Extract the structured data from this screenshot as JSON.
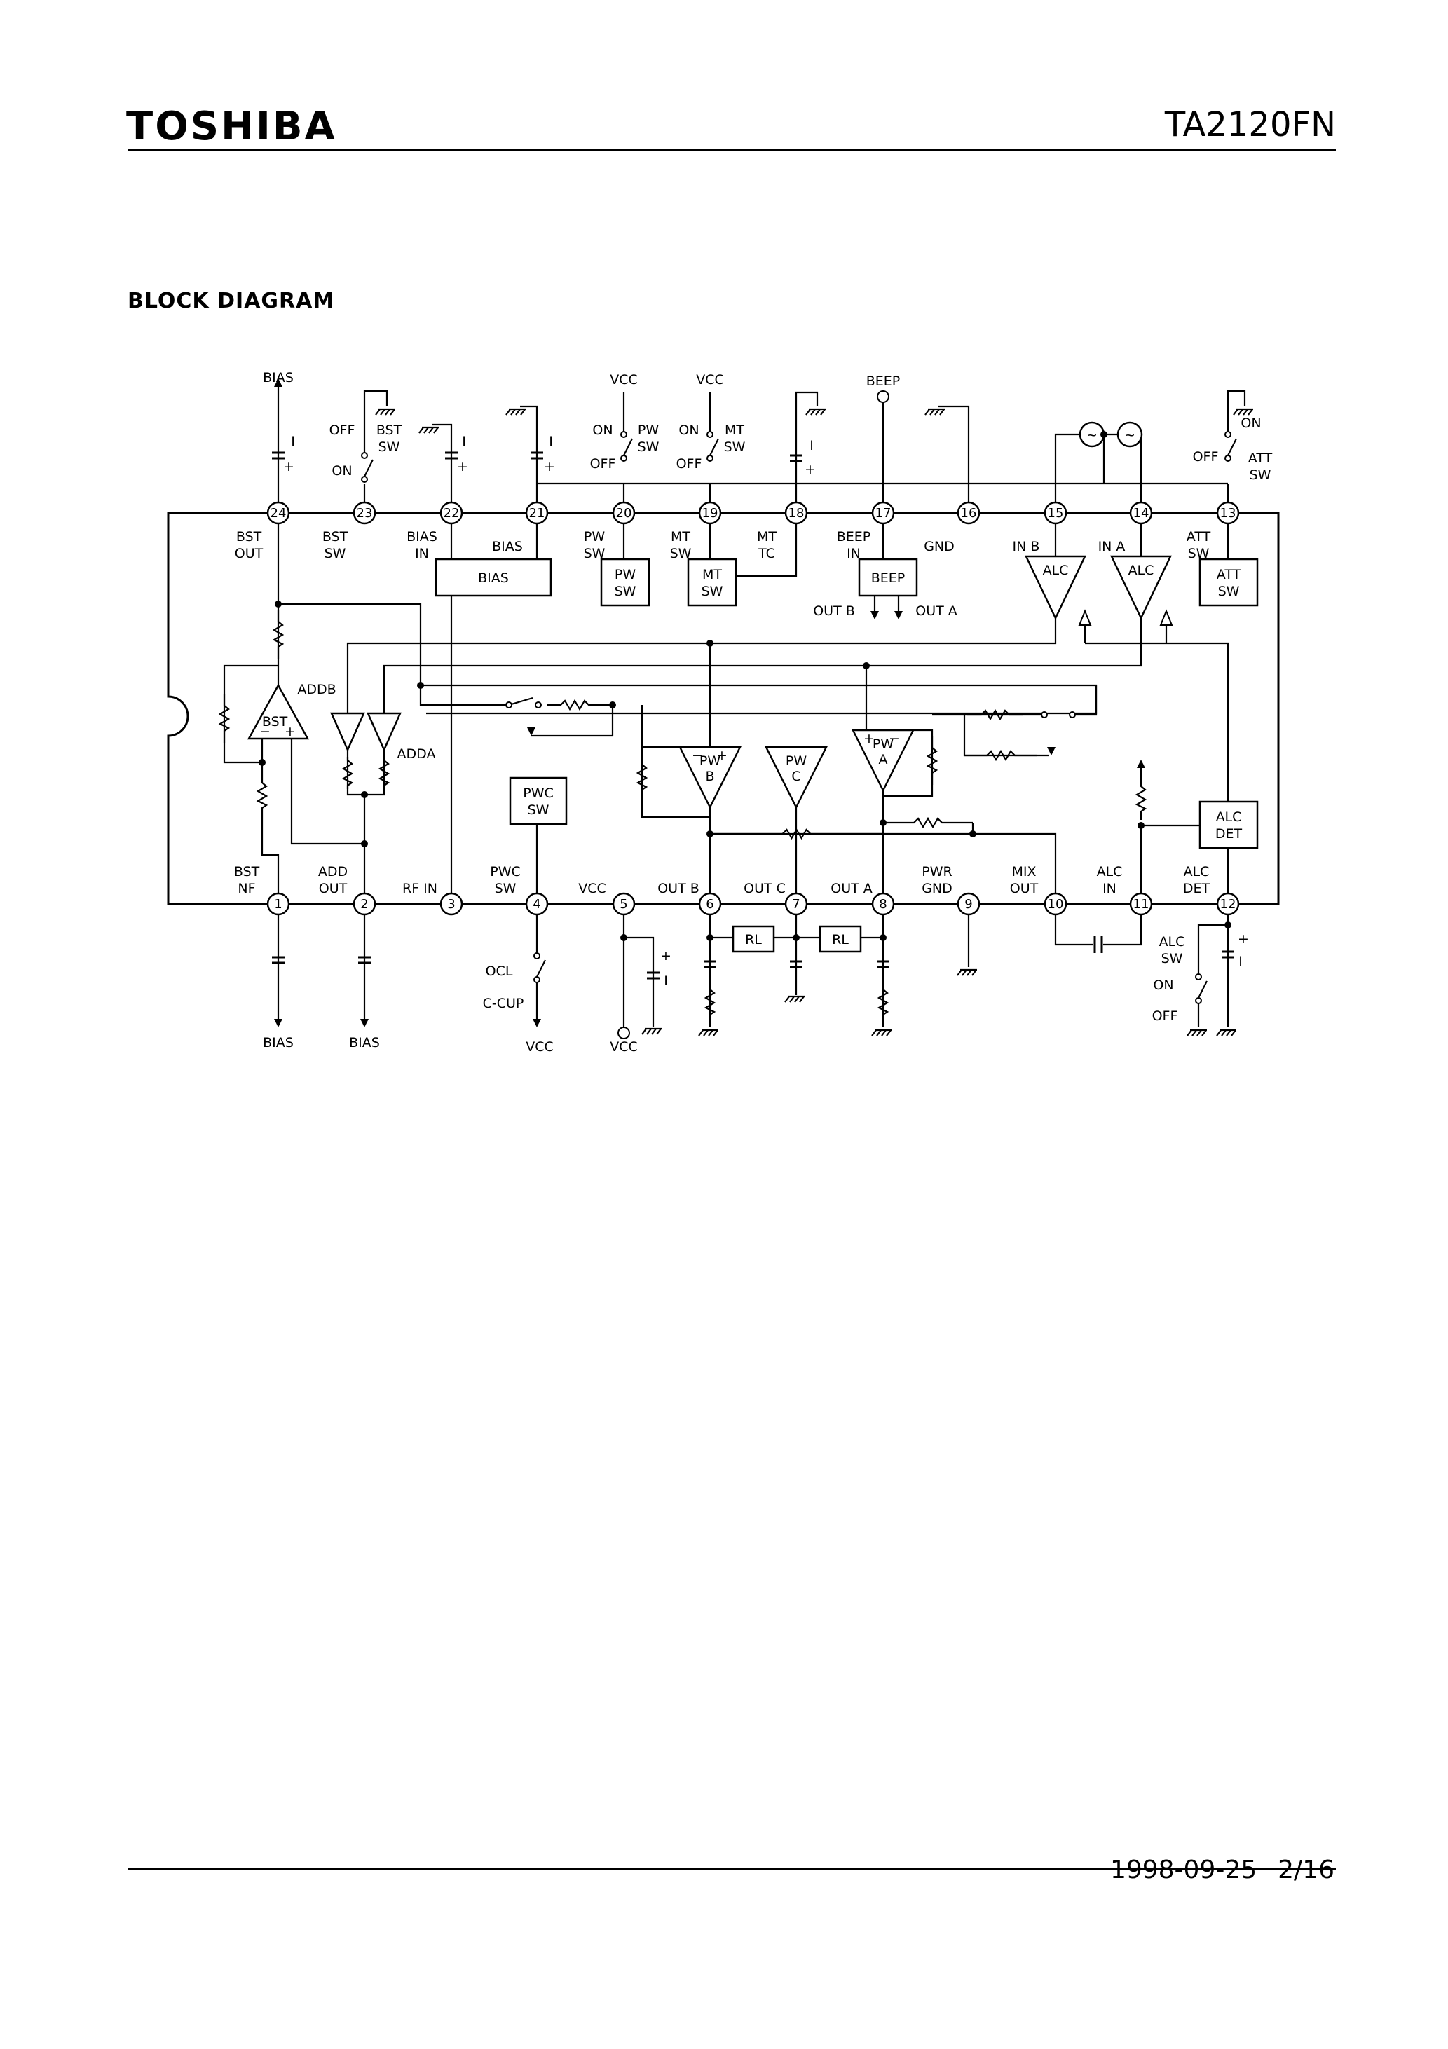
{
  "header": {
    "brand": "TOSHIBA",
    "part_number": "TA2120FN"
  },
  "section_title": "BLOCK DIAGRAM",
  "footer": {
    "date": "1998-09-25",
    "page": "2/16"
  },
  "diagram": {
    "pins": [
      {
        "n": "1",
        "label": [
          "BST",
          "NF"
        ]
      },
      {
        "n": "2",
        "label": [
          "ADD",
          "OUT"
        ]
      },
      {
        "n": "3",
        "label": [
          "RF IN"
        ]
      },
      {
        "n": "4",
        "label": [
          "PWC",
          "SW"
        ]
      },
      {
        "n": "5",
        "label": [
          "VCC"
        ]
      },
      {
        "n": "6",
        "label": [
          "OUT B"
        ]
      },
      {
        "n": "7",
        "label": [
          "OUT C"
        ]
      },
      {
        "n": "8",
        "label": [
          "OUT A"
        ]
      },
      {
        "n": "9",
        "label": [
          "PWR",
          "GND"
        ]
      },
      {
        "n": "10",
        "label": [
          "MIX",
          "OUT"
        ]
      },
      {
        "n": "11",
        "label": [
          "ALC",
          "IN"
        ]
      },
      {
        "n": "12",
        "label": [
          "ALC",
          "DET"
        ]
      },
      {
        "n": "13",
        "label": [
          "ATT",
          "SW"
        ]
      },
      {
        "n": "14",
        "label": [
          "IN A"
        ]
      },
      {
        "n": "15",
        "label": [
          "IN B"
        ]
      },
      {
        "n": "16",
        "label": [
          "GND"
        ]
      },
      {
        "n": "17",
        "label": [
          "BEEP",
          "IN"
        ]
      },
      {
        "n": "18",
        "label": [
          "MT",
          "TC"
        ]
      },
      {
        "n": "19",
        "label": [
          "MT",
          "SW"
        ]
      },
      {
        "n": "20",
        "label": [
          "PW",
          "SW"
        ]
      },
      {
        "n": "21",
        "label": [
          "BIAS"
        ]
      },
      {
        "n": "22",
        "label": [
          "BIAS",
          "IN"
        ]
      },
      {
        "n": "23",
        "label": [
          "BST",
          "SW"
        ]
      },
      {
        "n": "24",
        "label": [
          "BST",
          "OUT"
        ]
      }
    ],
    "blocks": {
      "bias": "BIAS",
      "pw_sw": [
        "PW",
        "SW"
      ],
      "mt_sw": [
        "MT",
        "SW"
      ],
      "beep": "BEEP",
      "alc": "ALC",
      "att_sw": [
        "ATT",
        "SW"
      ],
      "alc_det": [
        "ALC",
        "DET"
      ],
      "pwc_sw": [
        "PWC",
        "SW"
      ],
      "bst": "BST",
      "add_b": "ADDB",
      "add_a": "ADDA",
      "pw_a": [
        "PW",
        "A"
      ],
      "pw_b": [
        "PW",
        "B"
      ],
      "pw_c": [
        "PW",
        "C"
      ],
      "rl": "RL"
    },
    "external": {
      "bias": "BIAS",
      "vcc": "VCC",
      "beep": "BEEP",
      "on": "ON",
      "off": "OFF",
      "bst_sw": [
        "BST",
        "SW"
      ],
      "pw_sw": [
        "PW",
        "SW"
      ],
      "mt_sw": [
        "MT",
        "SW"
      ],
      "att_sw": [
        "ATT",
        "SW"
      ],
      "alc_sw": [
        "ALC",
        "SW"
      ],
      "ocl": "OCL",
      "c_cup": "C-CUP",
      "out_b": "OUT B",
      "out_a": "OUT A"
    }
  }
}
